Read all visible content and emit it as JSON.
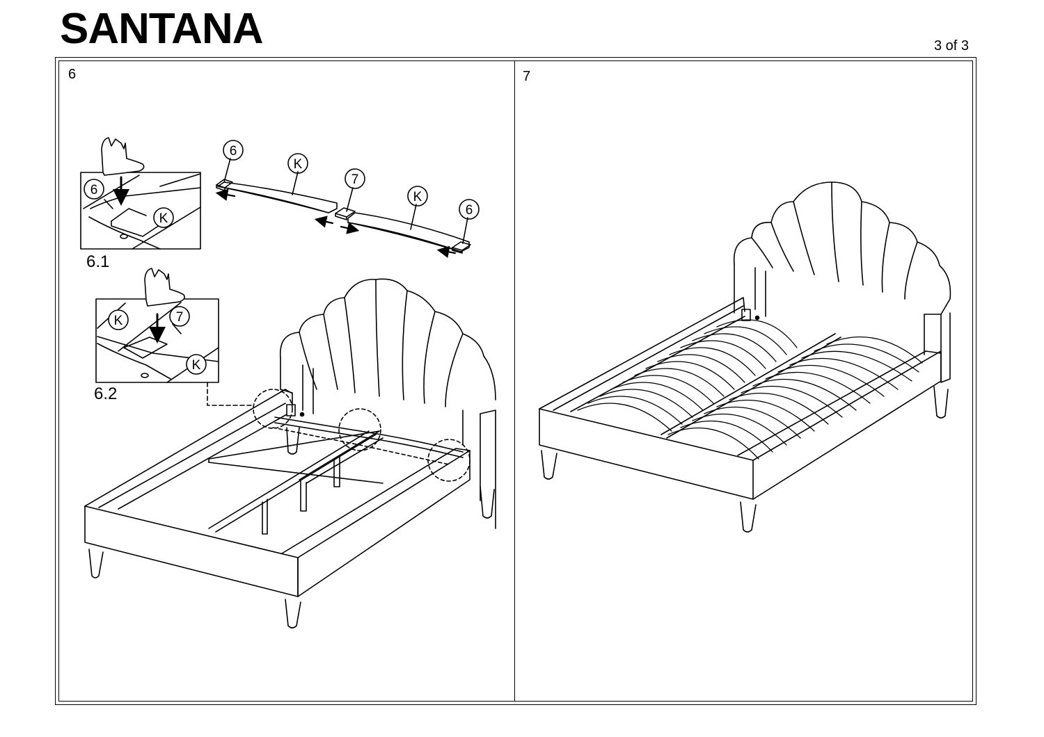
{
  "header": {
    "title": "SANTANA",
    "page": "3 of 3"
  },
  "steps": [
    {
      "number": "6",
      "part_labels": {
        "end_cap": "6",
        "slat": "K",
        "connector": "7"
      },
      "details": [
        "6.1",
        "6.2"
      ]
    },
    {
      "number": "7"
    }
  ],
  "icons": [
    "hand-press-icon",
    "arrow-down-icon",
    "arrow-left-icon",
    "arrow-right-icon"
  ]
}
